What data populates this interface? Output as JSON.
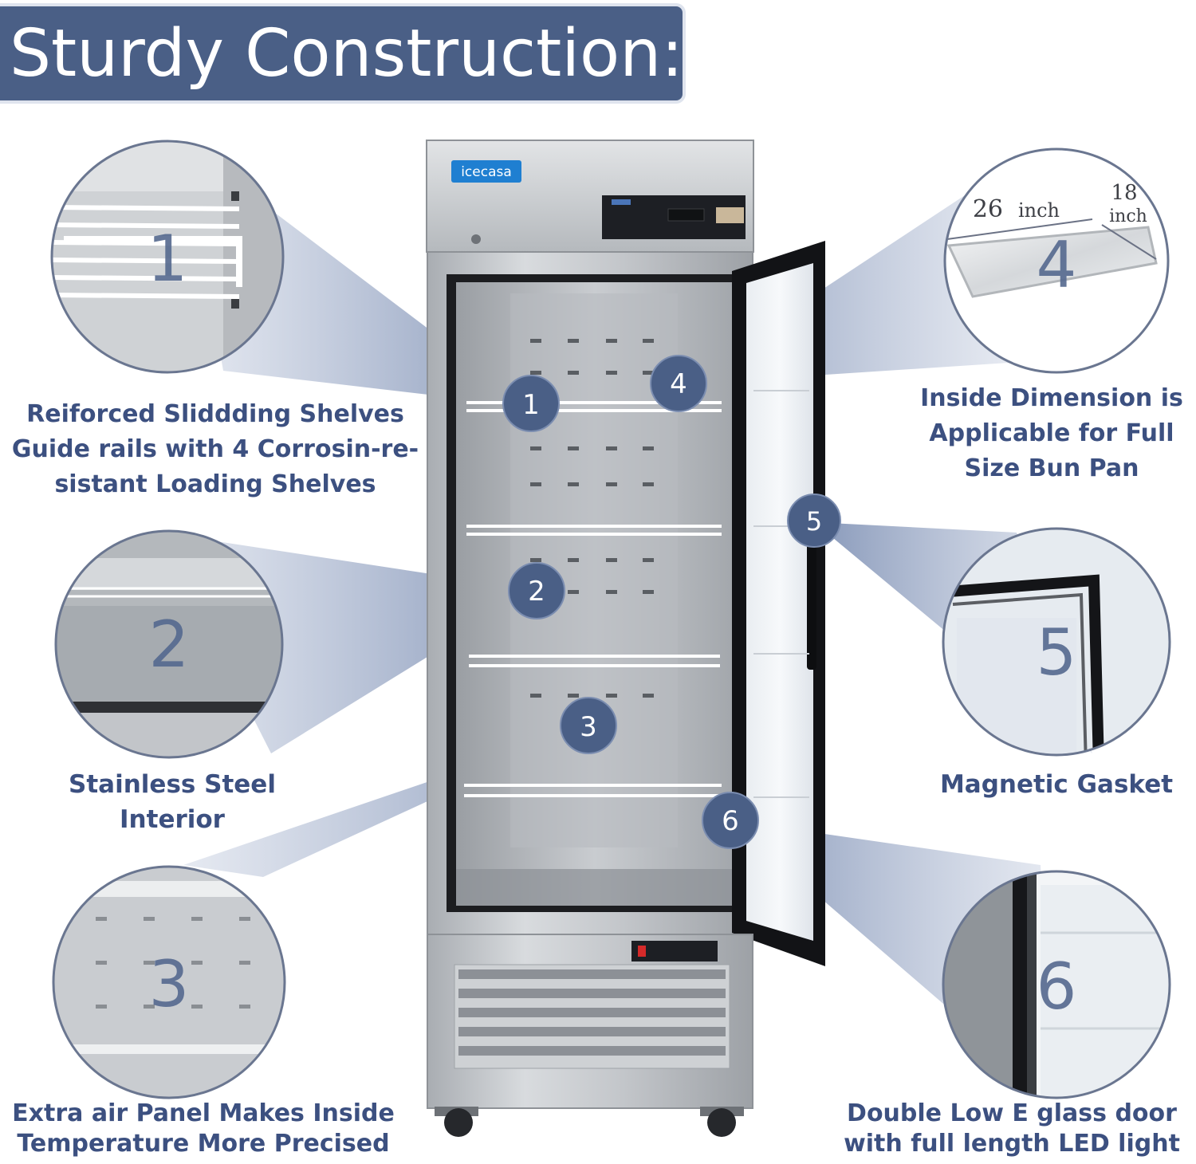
{
  "header": {
    "title": "Sturdy Construction:"
  },
  "brand": {
    "logo_text": "icecasa"
  },
  "colors": {
    "banner": "#4a5f86",
    "accent_text": "#3c5080",
    "marker_fill": "#4a5f86",
    "callout_beam": "#8fa0c2"
  },
  "markers": [
    "1",
    "2",
    "3",
    "4",
    "5",
    "6"
  ],
  "features": [
    {
      "number": "1",
      "lines": [
        "Reiforced Sliddding Shelves",
        "Guide rails with 4 Corrosin-re-",
        "sistant Loading Shelves"
      ]
    },
    {
      "number": "2",
      "lines": [
        "Stainless Steel",
        "Interior"
      ]
    },
    {
      "number": "3",
      "lines": [
        "Extra air Panel Makes Inside",
        "Temperature More Precised"
      ]
    },
    {
      "number": "4",
      "lines": [
        "Inside Dimension is",
        "Applicable for Full",
        "Size Bun Pan"
      ]
    },
    {
      "number": "5",
      "lines": [
        "Magnetic Gasket"
      ]
    },
    {
      "number": "6",
      "lines": [
        "Double Low E glass door",
        "with full length LED light"
      ]
    }
  ],
  "dimensions": {
    "length_value": "26",
    "width_value": "18",
    "unit": "inch"
  }
}
